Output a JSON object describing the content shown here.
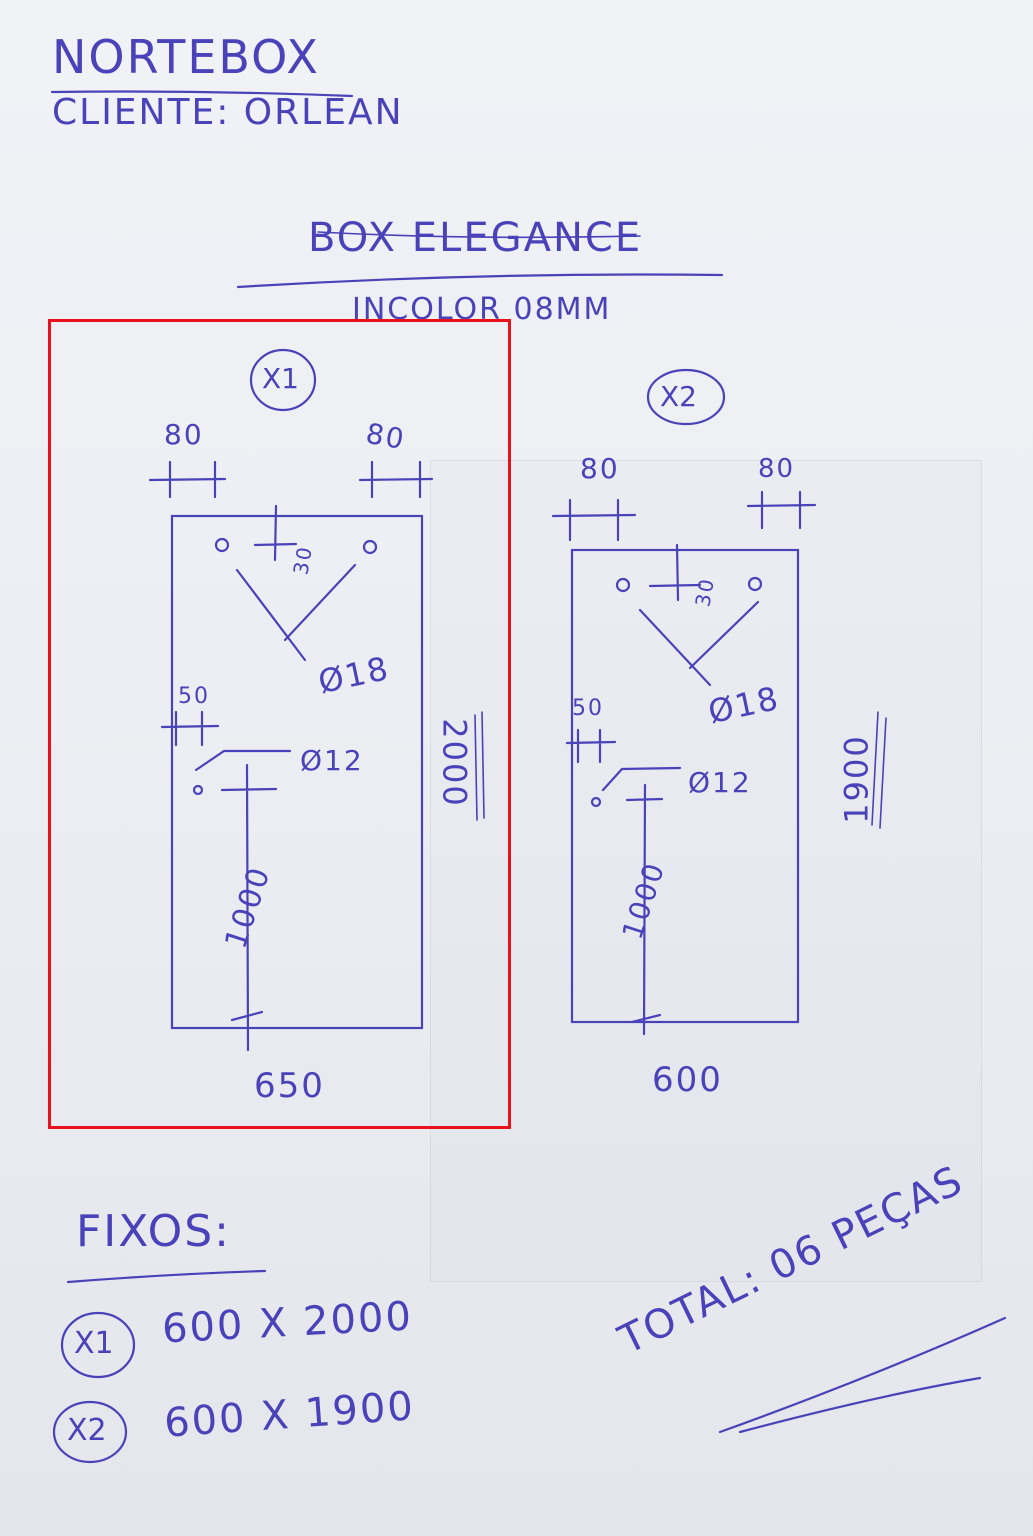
{
  "header": {
    "company": "NORTEBOX",
    "client": "CLIENTE: ORLEAN",
    "title": "BOX ELEGANCE",
    "glass": "INCOLOR 08MM"
  },
  "pieces": [
    {
      "qty": "X1",
      "hole_offset_left": "80",
      "hole_offset_right": "80",
      "hole_top": "30",
      "hole_diameter": "Ø18",
      "side_offset": "50",
      "handle_diameter": "Ø12",
      "handle_height": "1000",
      "height": "2000",
      "width": "650"
    },
    {
      "qty": "X2",
      "hole_offset_left": "80",
      "hole_offset_right": "80",
      "hole_top": "30",
      "hole_diameter": "Ø18",
      "side_offset": "50",
      "handle_diameter": "Ø12",
      "handle_height": "1000",
      "height": "1900",
      "width": "600"
    }
  ],
  "fixed": {
    "heading": "FIXOS:",
    "items": [
      {
        "qty": "X1",
        "size": "600 X 2000"
      },
      {
        "qty": "X2",
        "size": "600 X 1900"
      }
    ]
  },
  "total": "TOTAL: 06 PEÇAS",
  "colors": {
    "ink": "#4a42b8",
    "highlight": "#e8121b",
    "paper": "#eceef3"
  }
}
